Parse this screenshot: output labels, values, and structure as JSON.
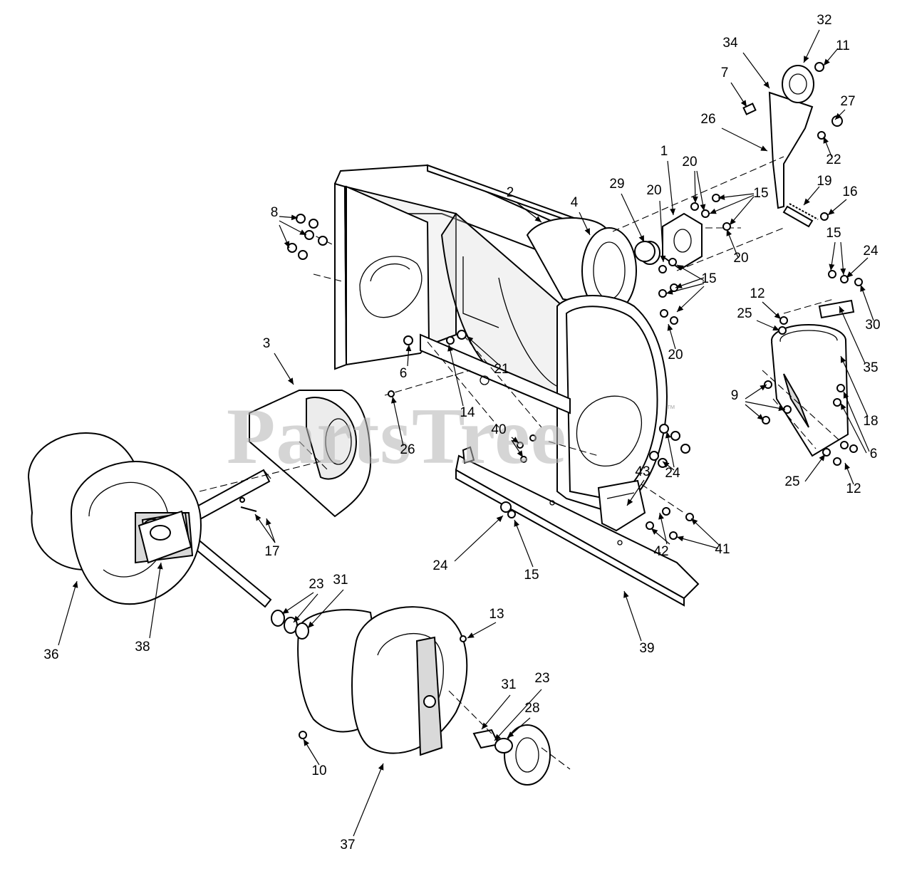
{
  "watermark": {
    "text": "PartsTree",
    "mark": "™"
  },
  "callouts": [
    {
      "id": "c32",
      "label": "32"
    },
    {
      "id": "c11",
      "label": "11"
    },
    {
      "id": "c34",
      "label": "34"
    },
    {
      "id": "c7",
      "label": "7"
    },
    {
      "id": "c27",
      "label": "27"
    },
    {
      "id": "c26a",
      "label": "26"
    },
    {
      "id": "c22",
      "label": "22"
    },
    {
      "id": "c1",
      "label": "1"
    },
    {
      "id": "c20a",
      "label": "20"
    },
    {
      "id": "c20b",
      "label": "20"
    },
    {
      "id": "c15a",
      "label": "15"
    },
    {
      "id": "c19",
      "label": "19"
    },
    {
      "id": "c16",
      "label": "16"
    },
    {
      "id": "c2",
      "label": "2"
    },
    {
      "id": "c4",
      "label": "4"
    },
    {
      "id": "c29",
      "label": "29"
    },
    {
      "id": "c8",
      "label": "8"
    },
    {
      "id": "c20c",
      "label": "20"
    },
    {
      "id": "c15b",
      "label": "15"
    },
    {
      "id": "c15c",
      "label": "15"
    },
    {
      "id": "c24a",
      "label": "24"
    },
    {
      "id": "c12a",
      "label": "12"
    },
    {
      "id": "c25a",
      "label": "25"
    },
    {
      "id": "c30",
      "label": "30"
    },
    {
      "id": "c20d",
      "label": "20"
    },
    {
      "id": "c35",
      "label": "35"
    },
    {
      "id": "c21",
      "label": "21"
    },
    {
      "id": "c6a",
      "label": "6"
    },
    {
      "id": "c3",
      "label": "3"
    },
    {
      "id": "c14",
      "label": "14"
    },
    {
      "id": "c9",
      "label": "9"
    },
    {
      "id": "c18",
      "label": "18"
    },
    {
      "id": "c26b",
      "label": "26"
    },
    {
      "id": "c40",
      "label": "40"
    },
    {
      "id": "c24b",
      "label": "24"
    },
    {
      "id": "c6b",
      "label": "6"
    },
    {
      "id": "c43",
      "label": "43"
    },
    {
      "id": "c25b",
      "label": "25"
    },
    {
      "id": "c12b",
      "label": "12"
    },
    {
      "id": "c17",
      "label": "17"
    },
    {
      "id": "c24c",
      "label": "24"
    },
    {
      "id": "c15d",
      "label": "15"
    },
    {
      "id": "c42",
      "label": "42"
    },
    {
      "id": "c41",
      "label": "41"
    },
    {
      "id": "c23a",
      "label": "23"
    },
    {
      "id": "c31a",
      "label": "31"
    },
    {
      "id": "c13",
      "label": "13"
    },
    {
      "id": "c36",
      "label": "36"
    },
    {
      "id": "c38",
      "label": "38"
    },
    {
      "id": "c39",
      "label": "39"
    },
    {
      "id": "c31b",
      "label": "31"
    },
    {
      "id": "c23b",
      "label": "23"
    },
    {
      "id": "c28",
      "label": "28"
    },
    {
      "id": "c10",
      "label": "10"
    },
    {
      "id": "c37",
      "label": "37"
    }
  ]
}
